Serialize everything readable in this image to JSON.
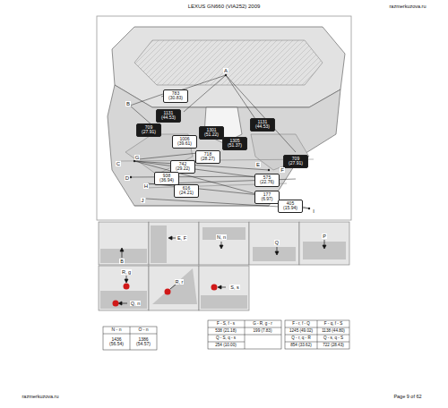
{
  "diagram": {
    "nodes": [
      {
        "text": [
          "783 (30.83)"
        ]
      },
      {
        "text": [
          "1131 (44.53)"
        ]
      },
      {
        "text": [
          "1131 (44.53)"
        ]
      },
      {
        "text": [
          "709 (27.91)"
        ]
      },
      {
        "text": [
          "1301 (51.22)"
        ]
      },
      {
        "text": [
          "1006 (39.61)"
        ]
      },
      {
        "text": [
          "1305 (51.37)"
        ]
      },
      {
        "text": [
          "718 (28.27)"
        ]
      },
      {
        "text": [
          "709 (27.91)"
        ]
      },
      {
        "text": [
          "742 (29.22)"
        ]
      },
      {
        "text": [
          "938 (36.94)"
        ]
      },
      {
        "text": [
          "575 (22.76)"
        ]
      },
      {
        "text": [
          "616 (24.21)"
        ]
      },
      {
        "text": [
          "177 (6.97)"
        ]
      },
      {
        "text": [
          "405 (15.94)"
        ]
      }
    ],
    "labels": [
      "LEXUS GN660 (VIA252) 2009",
      "razmerkuzova.ru",
      "razmerkuzova.ru",
      "Page 9 of 62",
      "A",
      "B",
      "C",
      "D",
      "E",
      "F",
      "G",
      "H",
      "I",
      "J",
      "B",
      "E, F",
      "N, n",
      "Q",
      "P",
      "R, g",
      "Q, n",
      "R, r",
      "S, s",
      "N - n",
      "O - n",
      "1436 (56.54)",
      "1386 (54.57)",
      "F - S, f - s",
      "G - R, g - r",
      "538 (21.18)",
      "199 (7.83)",
      "Q - S, q - s",
      "254 (10.00)",
      "F - r, f - Q",
      "F - q, f - S",
      "1245 (49.02)",
      "1138 (44.80)",
      "Q - r, q - R",
      "Q - s, q - S",
      "854 (33.62)",
      "722 (28.43)"
    ]
  }
}
